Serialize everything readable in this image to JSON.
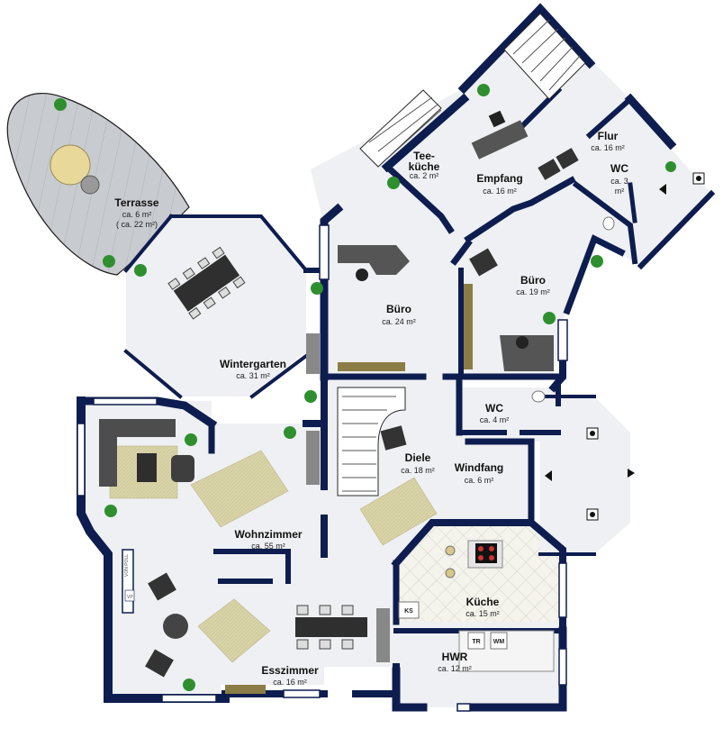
{
  "colors": {
    "wall": "#0e1d4f",
    "floor": "#eef0f3",
    "window": "#ffffff",
    "terrace": "#c9ccd0",
    "rug": "#d8d3a6",
    "furniture": "#454545",
    "plant": "#2f8f2f",
    "tile": "#f3f2ea"
  },
  "rooms": [
    {
      "id": "terrasse",
      "name": "Terrasse",
      "area": "ca. 6 m²",
      "area2": "( ca. 22 m²)"
    },
    {
      "id": "teekueche",
      "name": "Tee-",
      "name2": "küche",
      "area": "ca. 2 m²"
    },
    {
      "id": "empfang",
      "name": "Empfang",
      "area": "ca. 16 m²"
    },
    {
      "id": "flur",
      "name": "Flur",
      "area": "ca. 16 m²"
    },
    {
      "id": "wc1",
      "name": "WC",
      "area": "ca. 3",
      "area2": "m²"
    },
    {
      "id": "buero1",
      "name": "Büro",
      "area": "ca. 24 m²"
    },
    {
      "id": "buero2",
      "name": "Büro",
      "area": "ca. 19 m²"
    },
    {
      "id": "wintergarten",
      "name": "Wintergarten",
      "area": "ca. 31 m²"
    },
    {
      "id": "wc2",
      "name": "WC",
      "area": "ca. 4 m²"
    },
    {
      "id": "diele",
      "name": "Diele",
      "area": "ca. 18 m²"
    },
    {
      "id": "windfang",
      "name": "Windfang",
      "area": "ca. 6 m²"
    },
    {
      "id": "wohnzimmer",
      "name": "Wohnzimmer",
      "area": "ca. 55 m²"
    },
    {
      "id": "kueche",
      "name": "Küche",
      "area": "ca. 15 m²"
    },
    {
      "id": "hwr",
      "name": "HWR",
      "area": "ca. 12 m²"
    },
    {
      "id": "esszimmer",
      "name": "Esszimmer",
      "area": "ca. 16 m²"
    }
  ],
  "fixtures": {
    "ks": "KS",
    "tr": "TR",
    "wm": "WM"
  },
  "logo": {
    "mark": "VP",
    "text": "VON POLL"
  }
}
